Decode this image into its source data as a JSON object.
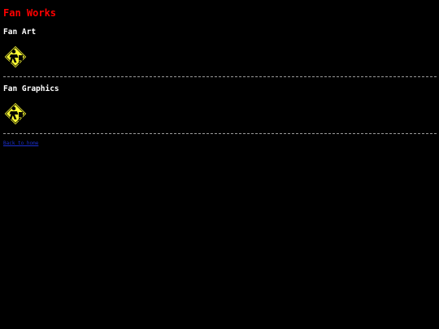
{
  "page": {
    "title": "Fan Works"
  },
  "sections": [
    {
      "heading": "Fan Art",
      "thumbnail_icon": "yellow-diamond-sign-icon"
    },
    {
      "heading": "Fan Graphics",
      "thumbnail_icon": "yellow-diamond-sign-icon"
    }
  ],
  "footer": {
    "back_link_label": "Back to home"
  },
  "colors": {
    "background": "#000000",
    "title": "#ff0000",
    "heading": "#ffffff",
    "icon_fill": "#ffff33",
    "divider": "#9a9a9a",
    "link": "#1a2fcf"
  }
}
